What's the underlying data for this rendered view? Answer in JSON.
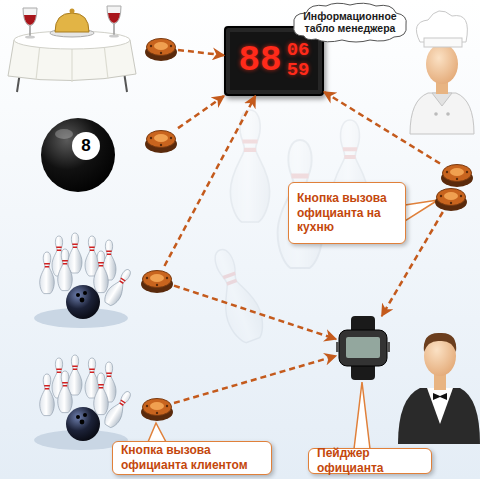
{
  "diagram": {
    "nodes": [
      {
        "text": [
          "Информационное табло менеджера"
        ]
      },
      {
        "text": [
          "88",
          "06",
          "59"
        ]
      },
      {
        "text": []
      },
      {
        "text": []
      },
      {
        "text": []
      },
      {
        "text": []
      },
      {
        "text": [
          "Кнопка вызова официанта на кухню"
        ]
      },
      {
        "text": []
      },
      {
        "text": []
      },
      {
        "text": []
      },
      {
        "text": [
          "Кнопка вызова официанта клиентом"
        ]
      },
      {
        "text": [
          "Пейджер официанта"
        ]
      }
    ],
    "edges": [
      {
        "from": 2,
        "to": 1,
        "arrow": "to"
      },
      {
        "from": 3,
        "to": 1,
        "arrow": "to"
      },
      {
        "from": 4,
        "to": 1,
        "arrow": "to"
      },
      {
        "from": 7,
        "to": 1,
        "arrow": "to"
      },
      {
        "from": 7,
        "to": 8,
        "arrow": "to"
      },
      {
        "from": 5,
        "to": 8,
        "arrow": "to"
      },
      {
        "from": 9,
        "to": 8,
        "arrow": "to"
      }
    ],
    "labels": [
      "8"
    ]
  }
}
